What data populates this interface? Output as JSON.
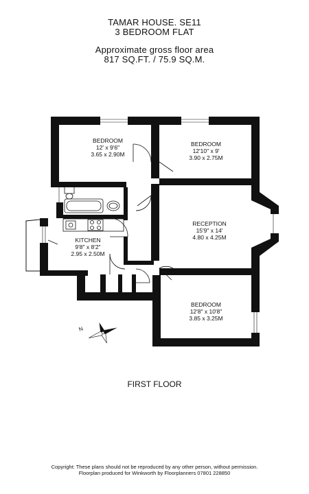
{
  "header": {
    "title": "TAMAR HOUSE. SE11",
    "subtitle": "3 BEDROOM FLAT",
    "area_label": "Approximate gross floor area",
    "area_value": "817 SQ.FT. / 75.9 SQ.M."
  },
  "rooms": [
    {
      "id": "bedroom1",
      "name": "BEDROOM",
      "dims": "12' x 9'6\"",
      "metric": "3.65 x 2.90M"
    },
    {
      "id": "bedroom2",
      "name": "BEDROOM",
      "dims": "12'10\" x 9'",
      "metric": "3.90 x 2.75M"
    },
    {
      "id": "reception",
      "name": "RECEPTION",
      "dims": "15'9\" x 14'",
      "metric": "4.80 x 4.25M"
    },
    {
      "id": "kitchen",
      "name": "KITCHEN",
      "dims": "9'8\" x 8'2\"",
      "metric": "2.95 x 2.50M"
    },
    {
      "id": "bedroom3",
      "name": "BEDROOM",
      "dims": "12'8\" x 10'8\"",
      "metric": "3.85 x 3.25M"
    }
  ],
  "compass": {
    "label": "N"
  },
  "floor_label": "FIRST FLOOR",
  "footer": {
    "line1": "Copyright: These plans should not be reproduced by any other person, without permission.",
    "line2": "Floorplan produced for Winkworth by Floorplanners 07801 228850"
  },
  "colors": {
    "wall": "#111111",
    "background": "#ffffff"
  }
}
